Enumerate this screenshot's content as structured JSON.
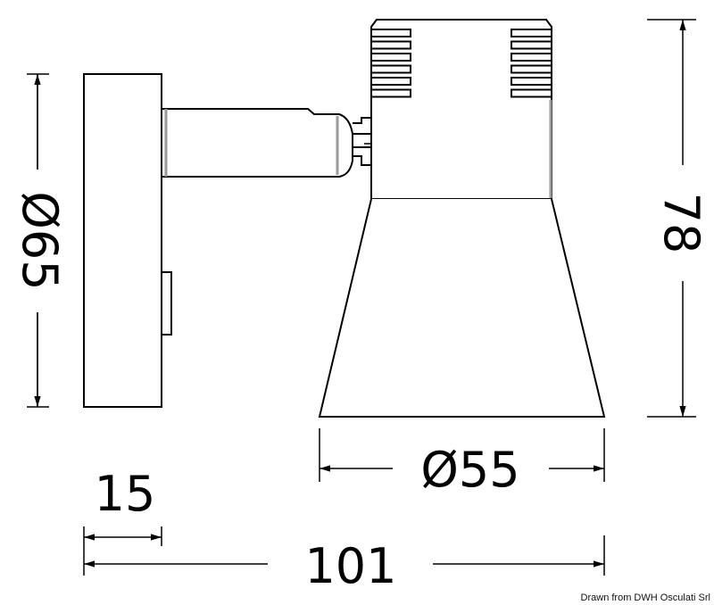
{
  "dimensions": {
    "base_diameter": "Ø65",
    "height": "78",
    "cone_diameter": "Ø55",
    "base_depth": "15",
    "total_length": "101"
  },
  "credit": "Drawn from DWH Osculati Srl",
  "colors": {
    "line": "#000000",
    "shade": "#9a9a9a",
    "background": "#ffffff"
  }
}
